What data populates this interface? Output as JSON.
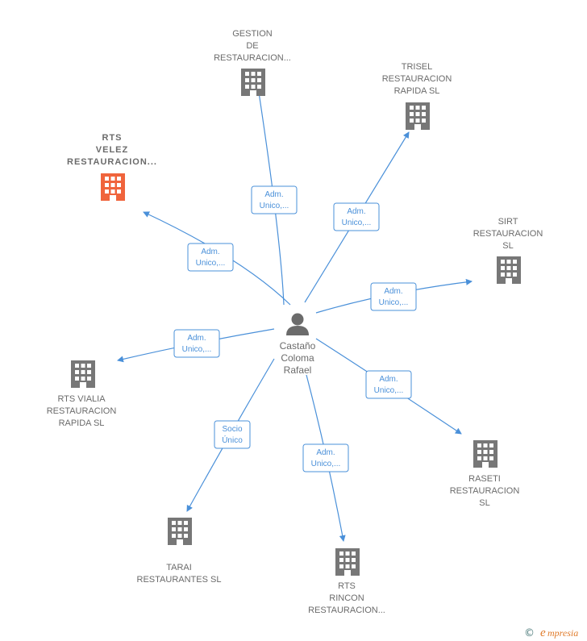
{
  "center": {
    "lines": [
      "Castaño",
      "Coloma",
      "Rafael"
    ],
    "icon": "person-icon"
  },
  "companies": [
    {
      "id": "gestion",
      "lines": [
        "GESTION",
        "DE",
        "RESTAURACION..."
      ],
      "icon": "building-icon",
      "color": "#777777"
    },
    {
      "id": "trisel",
      "lines": [
        "TRISEL",
        "RESTAURACION",
        "RAPIDA  SL"
      ],
      "icon": "building-icon",
      "color": "#777777"
    },
    {
      "id": "rts-velez",
      "lines": [
        "RTS",
        "VELEZ",
        "RESTAURACION..."
      ],
      "icon": "building-icon",
      "color": "#f0643c",
      "highlighted": true
    },
    {
      "id": "sirt",
      "lines": [
        "SIRT",
        "RESTAURACION",
        "SL"
      ],
      "icon": "building-icon",
      "color": "#777777"
    },
    {
      "id": "rts-vialia",
      "lines": [
        "RTS VIALIA",
        "RESTAURACION",
        "RAPIDA  SL"
      ],
      "icon": "building-icon",
      "color": "#777777"
    },
    {
      "id": "raseti",
      "lines": [
        "RASETI",
        "RESTAURACION",
        "SL"
      ],
      "icon": "building-icon",
      "color": "#777777"
    },
    {
      "id": "tarai",
      "lines": [
        "TARAI",
        "RESTAURANTES SL"
      ],
      "icon": "building-icon",
      "color": "#777777"
    },
    {
      "id": "rts-rincon",
      "lines": [
        "RTS",
        "RINCON",
        "RESTAURACION..."
      ],
      "icon": "building-icon",
      "color": "#777777"
    }
  ],
  "relations": [
    {
      "to": "gestion",
      "lines": [
        "Adm.",
        "Unico,..."
      ]
    },
    {
      "to": "trisel",
      "lines": [
        "Adm.",
        "Unico,..."
      ]
    },
    {
      "to": "rts-velez",
      "lines": [
        "Adm.",
        "Unico,..."
      ]
    },
    {
      "to": "sirt",
      "lines": [
        "Adm.",
        "Unico,..."
      ]
    },
    {
      "to": "rts-vialia",
      "lines": [
        "Adm.",
        "Unico,..."
      ]
    },
    {
      "to": "raseti",
      "lines": [
        "Adm.",
        "Unico,..."
      ]
    },
    {
      "to": "tarai",
      "lines": [
        "Socio",
        "Único"
      ]
    },
    {
      "to": "rts-rincon",
      "lines": [
        "Adm.",
        "Unico,..."
      ]
    }
  ],
  "colors": {
    "edge": "#4a90d9",
    "building": "#777777",
    "highlight": "#f0643c",
    "brand": "#e07b2a"
  },
  "footer": {
    "copyright": "©",
    "brand": "mpresia",
    "brand_initial": "e"
  }
}
